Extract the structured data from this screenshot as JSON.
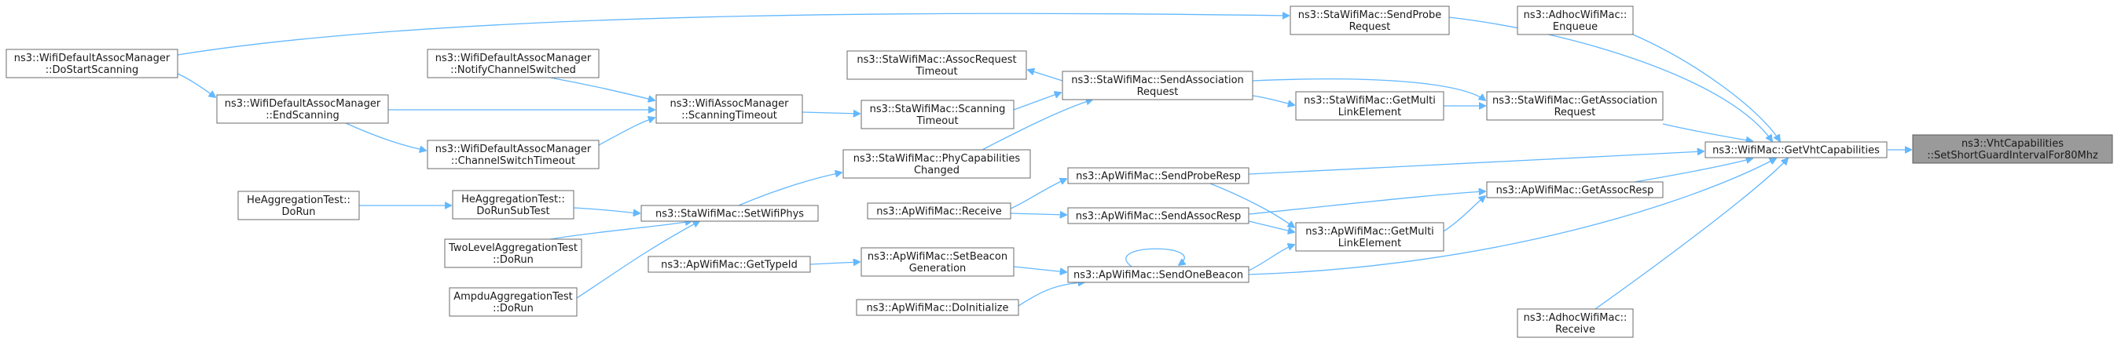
{
  "diagram": {
    "nodes": [
      {
        "id": "target",
        "lines": [
          "ns3::VhtCapabilities",
          "::SetShortGuardIntervalFor80Mhz"
        ],
        "highlight": true
      },
      {
        "id": "getvht",
        "lines": [
          "ns3::WifiMac::GetVhtCapabilities"
        ]
      },
      {
        "id": "adhocEnq",
        "lines": [
          "ns3::AdhocWifiMac::",
          "Enqueue"
        ]
      },
      {
        "id": "adhocRecv",
        "lines": [
          "ns3::AdhocWifiMac::",
          "Receive"
        ]
      },
      {
        "id": "staGetAssocReq",
        "lines": [
          "ns3::StaWifiMac::GetAssociation",
          "Request"
        ]
      },
      {
        "id": "apGetAssocResp",
        "lines": [
          "ns3::ApWifiMac::GetAssocResp"
        ]
      },
      {
        "id": "staSendProbe",
        "lines": [
          "ns3::StaWifiMac::SendProbe",
          "Request"
        ]
      },
      {
        "id": "staSendAssoc",
        "lines": [
          "ns3::StaWifiMac::SendAssociation",
          "Request"
        ]
      },
      {
        "id": "staGetMulti",
        "lines": [
          "ns3::StaWifiMac::GetMulti",
          "LinkElement"
        ]
      },
      {
        "id": "apSendProbeResp",
        "lines": [
          "ns3::ApWifiMac::SendProbeResp"
        ]
      },
      {
        "id": "apSendAssocResp",
        "lines": [
          "ns3::ApWifiMac::SendAssocResp"
        ]
      },
      {
        "id": "apGetMulti",
        "lines": [
          "ns3::ApWifiMac::GetMulti",
          "LinkElement"
        ]
      },
      {
        "id": "apSendBeacon",
        "lines": [
          "ns3::ApWifiMac::SendOneBeacon"
        ]
      },
      {
        "id": "staAssocTimeout",
        "lines": [
          "ns3::StaWifiMac::AssocRequest",
          "Timeout"
        ]
      },
      {
        "id": "staScanTimeout",
        "lines": [
          "ns3::StaWifiMac::Scanning",
          "Timeout"
        ]
      },
      {
        "id": "staPhyCap",
        "lines": [
          "ns3::StaWifiMac::PhyCapabilities",
          "Changed"
        ]
      },
      {
        "id": "apReceive",
        "lines": [
          "ns3::ApWifiMac::Receive"
        ]
      },
      {
        "id": "apSetBeacon",
        "lines": [
          "ns3::ApWifiMac::SetBeacon",
          "Generation"
        ]
      },
      {
        "id": "apDoInit",
        "lines": [
          "ns3::ApWifiMac::DoInitialize"
        ]
      },
      {
        "id": "apGetTypeId",
        "lines": [
          "ns3::ApWifiMac::GetTypeId"
        ]
      },
      {
        "id": "assocMgrScanTimeout",
        "lines": [
          "ns3::WifiAssocManager",
          "::ScanningTimeout"
        ]
      },
      {
        "id": "staSetWifiPhys",
        "lines": [
          "ns3::StaWifiMac::SetWifiPhys"
        ]
      },
      {
        "id": "defNotify",
        "lines": [
          "ns3::WifiDefaultAssocManager",
          "::NotifyChannelSwitched"
        ]
      },
      {
        "id": "defChanTimeout",
        "lines": [
          "ns3::WifiDefaultAssocManager",
          "::ChannelSwitchTimeout"
        ]
      },
      {
        "id": "defDoStart",
        "lines": [
          "ns3::WifiDefaultAssocManager",
          "::DoStartScanning"
        ]
      },
      {
        "id": "defEndScan",
        "lines": [
          "ns3::WifiDefaultAssocManager",
          "::EndScanning"
        ]
      },
      {
        "id": "heRunSub",
        "lines": [
          "HeAggregationTest::",
          "DoRunSubTest"
        ]
      },
      {
        "id": "heRun",
        "lines": [
          "HeAggregationTest::",
          "DoRun"
        ]
      },
      {
        "id": "twoLevel",
        "lines": [
          "TwoLevelAggregationTest",
          "::DoRun"
        ]
      },
      {
        "id": "ampdu",
        "lines": [
          "AmpduAggregationTest",
          "::DoRun"
        ]
      }
    ]
  }
}
